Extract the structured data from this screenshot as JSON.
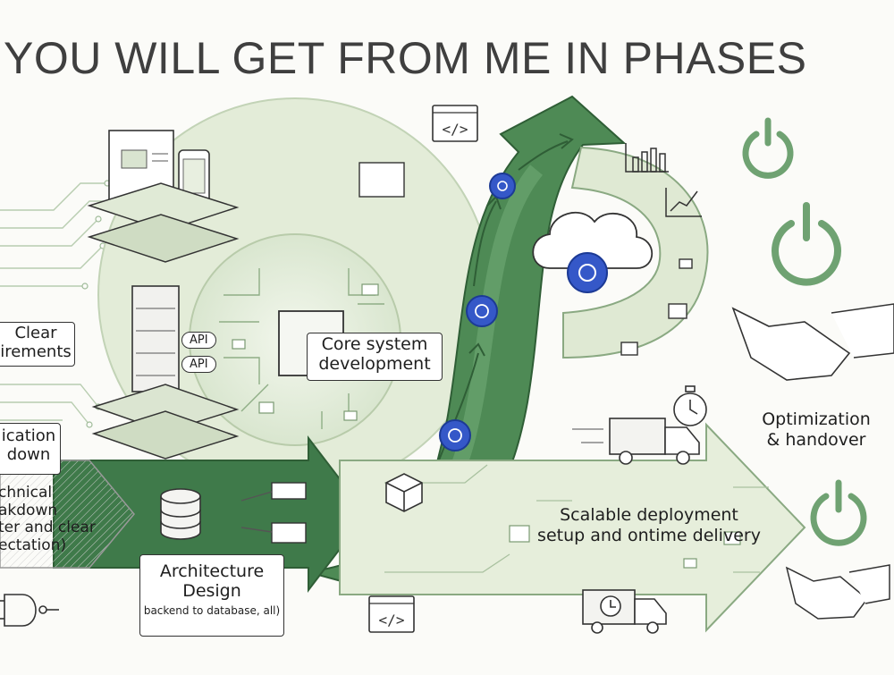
{
  "title": "YOU WILL GET FROM ME IN PHASES",
  "phases": {
    "clear_requirements": [
      "Clear",
      "irements"
    ],
    "application_breakdown": [
      "ication",
      "down"
    ],
    "technical_breakdown": [
      "chnical",
      "akdown",
      "ter and clear",
      "ectation)"
    ],
    "architecture": [
      "Architecture",
      "Design",
      "backend to database, all)"
    ],
    "core": [
      "Core system",
      "development"
    ],
    "deployment": [
      "Scalable deployment",
      "setup and ontime delivery"
    ],
    "optimization": [
      "Optimization",
      "& handover"
    ]
  },
  "api_tags": [
    "API",
    "API"
  ],
  "code_icon_label": "</>",
  "icons": [
    "code-window-icon",
    "power-icon",
    "handshake-icon",
    "delivery-truck-icon",
    "stopwatch-icon",
    "cloud-icon",
    "kubernetes-icon",
    "server-rack-icon",
    "database-icon",
    "bar-chart-icon",
    "line-chart-icon",
    "package-box-icon",
    "logic-gate-icon",
    "microchip-icon"
  ],
  "colors": {
    "dark_green": "#3f7a4a",
    "mid_green": "#6fa272",
    "light_green": "#dfe9d3",
    "pale_green": "#eef3e6",
    "k8s_blue": "#3558c8",
    "ink": "#2a2a2a"
  }
}
